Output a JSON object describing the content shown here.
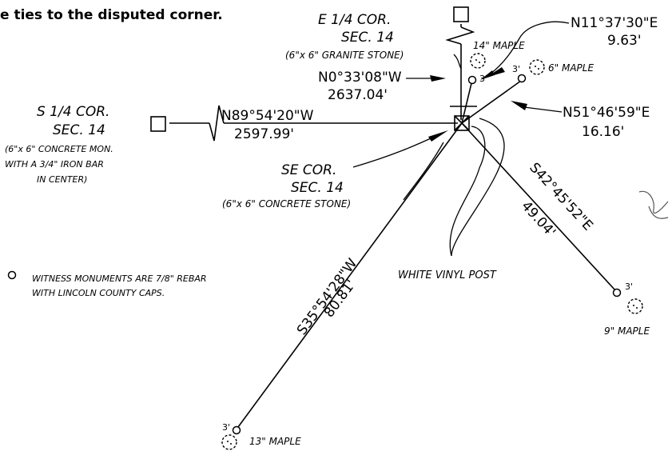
{
  "header_text": "e ties to the disputed corner.",
  "corners": {
    "e_quarter": {
      "line1": "E 1/4 COR.",
      "line2": "SEC. 14",
      "line3": "(6\"x 6\" GRANITE STONE)"
    },
    "s_quarter": {
      "line1": "S 1/4 COR.",
      "line2": "SEC. 14",
      "line3": "(6\"x 6\" CONCRETE MON.",
      "line4": "WITH A 3/4\" IRON BAR",
      "line5": "IN CENTER)"
    },
    "se": {
      "line1": "SE COR.",
      "line2": "SEC. 14",
      "line3": "(6\"x 6\" CONCRETE STONE)"
    }
  },
  "bearings": {
    "north": {
      "bearing": "N0°33'08\"W",
      "distance": "2637.04'"
    },
    "west": {
      "bearing": "N89°54'20\"W",
      "distance": "2597.99'"
    },
    "tie_n11": {
      "bearing": "N11°37'30\"E",
      "distance": "9.63'"
    },
    "tie_n51": {
      "bearing": "N51°46'59\"E",
      "distance": "16.16'"
    },
    "tie_s42": {
      "bearing": "S42°45'52\"E",
      "distance": "49.04'"
    },
    "tie_s35": {
      "bearing": "S35°54'28\"W",
      "distance": "80.81'"
    }
  },
  "trees": {
    "maple_14": {
      "label": "14\" MAPLE",
      "offset": "3'"
    },
    "maple_6": {
      "label": "6\" MAPLE",
      "offset": "3'"
    },
    "maple_9": {
      "label": "9\" MAPLE",
      "offset": "3'"
    },
    "maple_13": {
      "label": "13\" MAPLE",
      "offset": "3'"
    }
  },
  "post_label": "WHITE VINYL POST",
  "legend": {
    "symbol": "O",
    "line1": "WITNESS MONUMENTS ARE 7/8\" REBAR",
    "line2": "WITH LINCOLN COUNTY CAPS."
  }
}
